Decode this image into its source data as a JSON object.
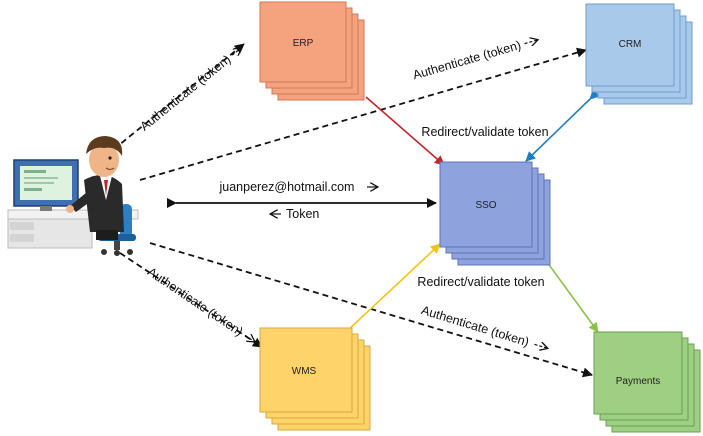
{
  "nodes": {
    "erp": {
      "label": "ERP",
      "color": "#f5a27e"
    },
    "crm": {
      "label": "CRM",
      "color": "#a9c9ea"
    },
    "sso": {
      "label": "SSO",
      "color": "#8ea2dd"
    },
    "wms": {
      "label": "WMS",
      "color": "#fdd36a"
    },
    "payments": {
      "label": "Payments",
      "color": "#9fcf83"
    }
  },
  "edges": {
    "user_erp": "Authenticate (token)",
    "user_crm": "Authenticate (token)",
    "user_sso": "juanperez@hotmail.com",
    "sso_user": "Token",
    "erp_sso": "Redirect/validate token",
    "wms_sso": "Redirect/validate token",
    "user_wms": "Authenticate (token)",
    "user_payments": "Authenticate (token)"
  },
  "colors": {
    "erp_sso_arrow": "#c0262a",
    "crm_sso_arrow": "#1f7fc4",
    "wms_sso_arrow": "#f0c419",
    "sso_payments_arrow": "#8bc34a"
  },
  "icons": {
    "user": "user-at-computer-icon"
  }
}
